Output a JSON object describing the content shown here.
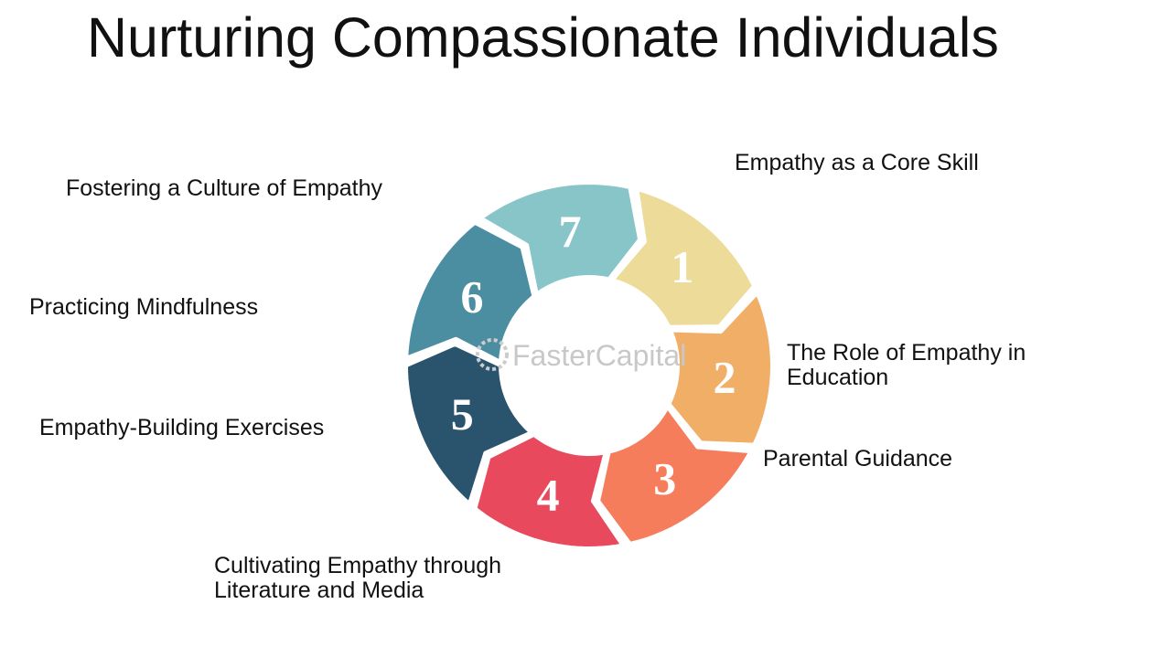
{
  "title": "Nurturing Compassionate Individuals",
  "watermark": "FasterCapital",
  "center_fill": "#ffffff",
  "steps": [
    {
      "number": "1",
      "label": "Empathy as a Core Skill",
      "color": "#eddb99"
    },
    {
      "number": "2",
      "label": "The Role of Empathy in\nEducation",
      "color": "#f0ae67"
    },
    {
      "number": "3",
      "label": "Parental Guidance",
      "color": "#f57d5b"
    },
    {
      "number": "4",
      "label": "Cultivating Empathy through\nLiterature and Media",
      "color": "#e8495c"
    },
    {
      "number": "5",
      "label": "Empathy-Building Exercises",
      "color": "#2a536e"
    },
    {
      "number": "6",
      "label": "Practicing Mindfulness",
      "color": "#4c8ea1"
    },
    {
      "number": "7",
      "label": "Fostering a Culture of Empathy",
      "color": "#87c5c9"
    }
  ]
}
